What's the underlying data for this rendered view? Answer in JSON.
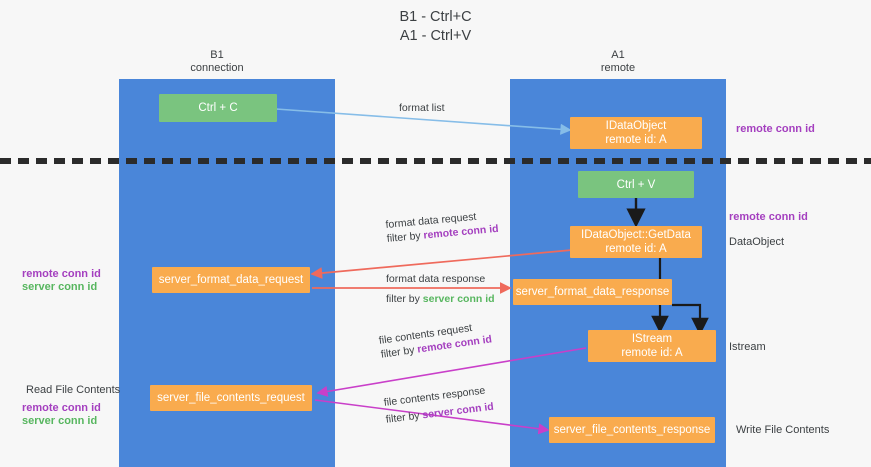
{
  "title": {
    "line1": "B1 - Ctrl+C",
    "line2": "A1 - Ctrl+V"
  },
  "columns": [
    {
      "name": "B1",
      "subtitle": "connection"
    },
    {
      "name": "A1",
      "subtitle": "remote"
    }
  ],
  "nodes": {
    "ctrl_c": {
      "label": "Ctrl + C"
    },
    "ctrl_v": {
      "label": "Ctrl + V"
    },
    "idataobject": {
      "line1": "IDataObject",
      "line2": "remote id: A"
    },
    "getdata": {
      "line1": "IDataObject::GetData",
      "line2": "remote id: A"
    },
    "istream": {
      "line1": "IStream",
      "line2": "remote id: A"
    },
    "server_format_data_request": {
      "label": "server_format_data_request"
    },
    "server_format_data_response": {
      "label": "server_format_data_response"
    },
    "server_file_contents_request": {
      "label": "server_file_contents_request"
    },
    "server_file_contents_response": {
      "label": "server_file_contents_response"
    }
  },
  "right_labels": {
    "remote_conn_id_top": "remote conn id",
    "remote_conn_id_mid": "remote conn id",
    "dataobject": "DataObject",
    "istream": "Istream",
    "write_file_contents": "Write File Contents"
  },
  "left_labels": {
    "remote_conn_id": "remote conn id",
    "server_conn_id": "server conn id",
    "read_file_contents": "Read File Contents",
    "remote_conn_id_2": "remote conn id",
    "server_conn_id_2": "server conn id"
  },
  "edges": {
    "format_list": "format list",
    "format_data_request": {
      "line1": "format data request",
      "prefix": "filter by ",
      "highlight": "remote conn id"
    },
    "format_data_response": {
      "line1": "format data response",
      "prefix": "filter by ",
      "highlight": "server conn id"
    },
    "file_contents_request": {
      "line1": "file contents request",
      "prefix": "filter by ",
      "highlight": "remote conn id"
    },
    "file_contents_response": {
      "line1": "file contents response",
      "prefix": "filter by ",
      "highlight": "server conn id"
    }
  },
  "colors": {
    "lane": "#4a86d9",
    "green_node": "#7ac47f",
    "orange_node": "#f9ab4e",
    "purple_text": "#a43fbf",
    "green_text": "#57b65f",
    "arrow_lightblue": "#86bde8",
    "arrow_red": "#ef6a5c",
    "arrow_magenta": "#c93fc9",
    "arrow_black": "#1a1a1a",
    "background": "#f7f7f7"
  }
}
